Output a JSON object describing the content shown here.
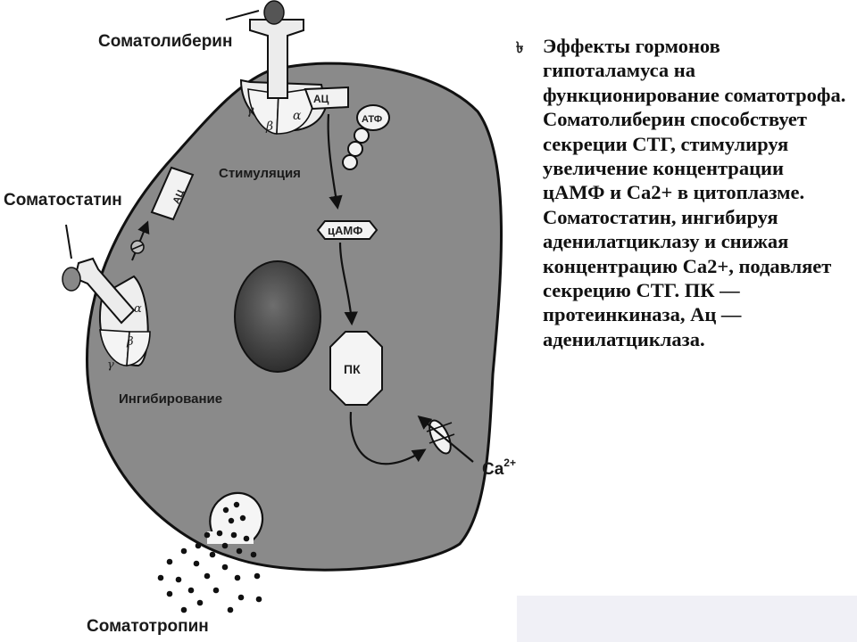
{
  "labels": {
    "somatoliberin": "Соматолиберин",
    "somatostatin": "Соматостатин",
    "somatotropin": "Соматотропин",
    "stimulation": "Стимуляция",
    "inhibition": "Ингибирование",
    "ac_top": "АЦ",
    "ac_left": "АЦ",
    "atp": "АТФ",
    "camp": "цАМФ",
    "pk": "ПК",
    "ca": "Ca",
    "ca_sup": "2+",
    "gamma": "γ",
    "beta": "β",
    "alpha": "α"
  },
  "caption": {
    "bullet": "৳",
    "text": "Эффекты гормонов гипоталамуса на функционирование соматотрофа. Соматолиберин способствует секреции СТГ, стимулируя увеличение концентрации цАМФ и Ca2+ в цитоплазме. Соматостатин, ингибируя аденилатциклазу и снижая концентрацию Ca2+, подавляет секрецию СТГ. ПК — протеинкиназа, Ац — аденилатциклаза."
  },
  "colors": {
    "cell_fill": "#8a8a8a",
    "nucleus_dark": "#3a3a3a",
    "panel": "#f0f0f6"
  }
}
